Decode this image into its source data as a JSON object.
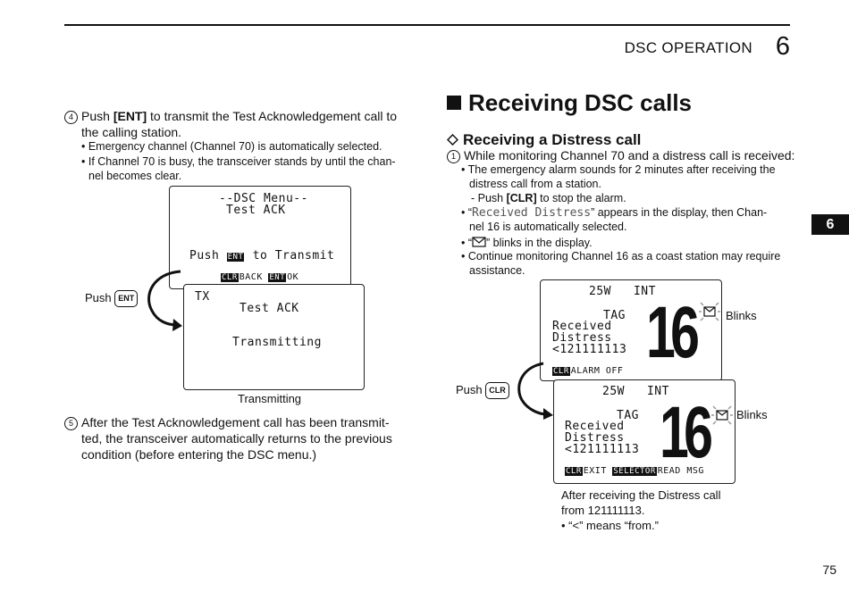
{
  "header": {
    "section": "DSC OPERATION",
    "chapter": "6"
  },
  "side_tab": "6",
  "page_number": "75",
  "left": {
    "step4_num": "4",
    "step4_pre": "Push ",
    "step4_key": "[ENT]",
    "step4_post": " to transmit the Test Acknowledgement call to",
    "step4_line2": "the calling station.",
    "bullet1": "• Emergency channel (Channel 70) is automatically selected.",
    "bullet2_line1": "• If Channel 70 is busy, the transceiver stands by until the chan-",
    "bullet2_line2": "nel becomes clear.",
    "lcd1": {
      "line1": "--DSC Menu--",
      "line2": "Test ACK",
      "push_pre": "Push ",
      "push_key": "ENT",
      "push_post": " to Transmit",
      "clr": "CLR",
      "back": "BACK",
      "ent": "ENT",
      "ok": "OK"
    },
    "push_label": "Push",
    "push_key": "ENT",
    "lcd2": {
      "tx": "TX",
      "line2": "Test ACK",
      "line3": "Transmitting"
    },
    "caption": "Transmitting",
    "step5_num": "5",
    "step5_line1": "After the Test Acknowledgement call has been transmit-",
    "step5_line2": "ted, the transceiver automatically returns to the previous",
    "step5_line3": "condition (before entering the DSC menu.)"
  },
  "right": {
    "title": "Receiving DSC calls",
    "subtitle": "Receiving a Distress call",
    "step1_num": "1",
    "step1": "While monitoring Channel 70 and a distress call is received:",
    "b1_line1": "• The emergency alarm sounds for 2 minutes after receiving the",
    "b1_line2": "distress call from a station.",
    "b1_sub_pre": "- Push ",
    "b1_sub_key": "[CLR]",
    "b1_sub_post": " to stop the alarm.",
    "b2_pre": "• “",
    "b2_lcd": "Received Distress",
    "b2_post": "” appears in the display, then Chan-",
    "b2_line2": "nel 16 is automatically selected.",
    "b3_pre": "• “",
    "b3_post": "” blinks in the display.",
    "b4_line1": "• Continue monitoring Channel 16 as a coast station may require",
    "b4_line2": "assistance.",
    "lcd_a": {
      "power": "25W",
      "mode": "INT",
      "tag": "TAG",
      "ch": "16",
      "l1": "Received",
      "l2": "Distress",
      "l3": "<121111113",
      "clr": "CLR",
      "alarm": "ALARM OFF"
    },
    "lcd_b": {
      "power": "25W",
      "mode": "INT",
      "tag": "TAG",
      "ch": "16",
      "l1": "Received",
      "l2": "Distress",
      "l3": "<121111113",
      "clr": "CLR",
      "exit": "EXIT",
      "sel": "SELECTOR",
      "read": "READ MSG"
    },
    "blinks_label": "Blinks",
    "push_label": "Push",
    "push_key": "CLR",
    "caption_line1": "After receiving the Distress call",
    "caption_line2": "from 121111113.",
    "caption_line3": "• “<” means “from.”"
  },
  "icons": [
    "envelope-icon",
    "curved-arrow-icon",
    "diamond-icon"
  ]
}
